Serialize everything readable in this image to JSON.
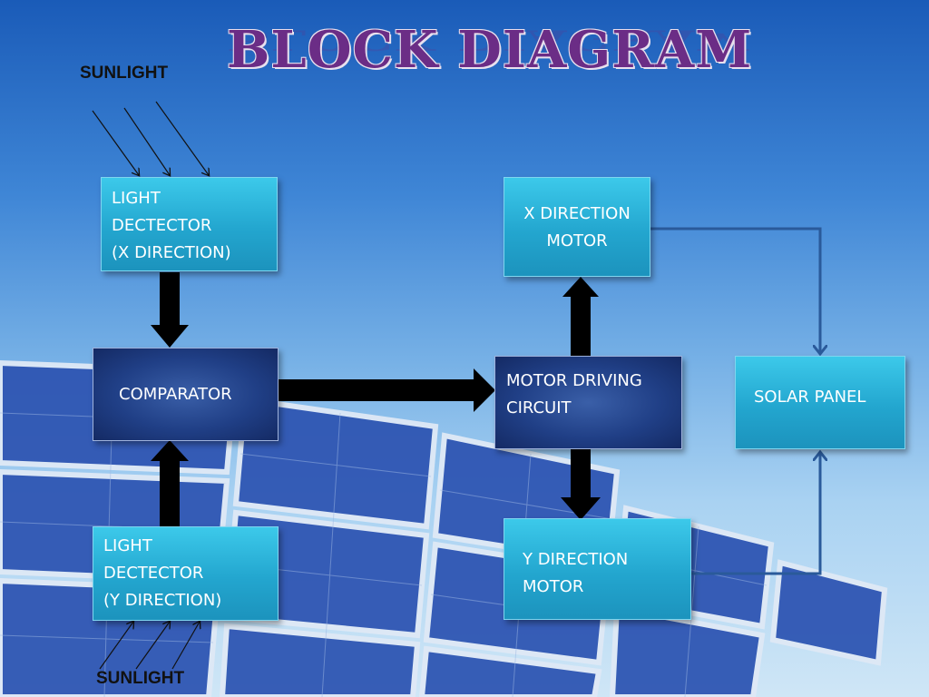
{
  "title": "BLOCK DIAGRAM",
  "sunlight_top": "SUNLIGHT",
  "sunlight_bottom": "SUNLIGHT",
  "blocks": {
    "light_detector_x": {
      "lines": [
        "LIGHT",
        "DECTECTOR",
        "(X DIRECTION)"
      ]
    },
    "comparator": {
      "lines": [
        "COMPARATOR"
      ]
    },
    "light_detector_y": {
      "lines": [
        "LIGHT",
        "DECTECTOR",
        "(Y DIRECTION)"
      ]
    },
    "x_direction_motor": {
      "lines": [
        "X DIRECTION",
        "MOTOR"
      ]
    },
    "motor_driving_circuit": {
      "lines": [
        "MOTOR DRIVING",
        "CIRCUIT"
      ]
    },
    "y_direction_motor": {
      "lines": [
        "Y DIRECTION",
        "MOTOR"
      ]
    },
    "solar_panel": {
      "lines": [
        "SOLAR PANEL"
      ]
    }
  },
  "colors": {
    "title": "#6b2d86",
    "block_teal": "#23a6cf",
    "block_navy": "#203f86",
    "thick_arrow": "#000000",
    "thin_connector": "#2a5a9a"
  }
}
